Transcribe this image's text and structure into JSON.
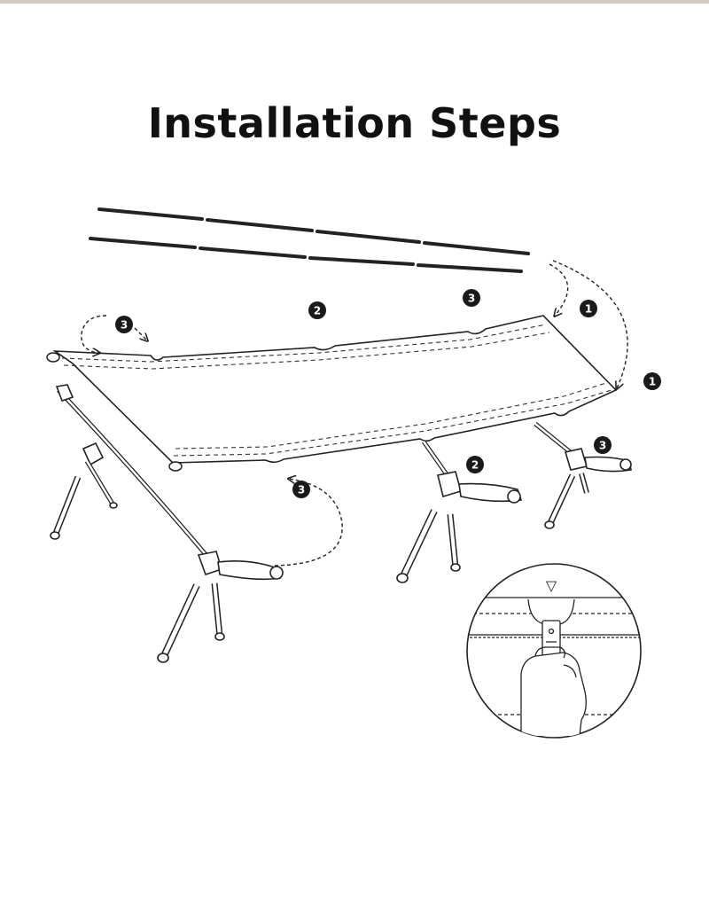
{
  "title": "Installation Steps",
  "markers": {
    "step_1": "1",
    "step_2": "2",
    "step_3": "3"
  },
  "inset": {
    "indicator_glyph": "▽"
  },
  "colors": {
    "line": "#222222",
    "badge": "#1a1a1a",
    "background": "#ffffff"
  }
}
